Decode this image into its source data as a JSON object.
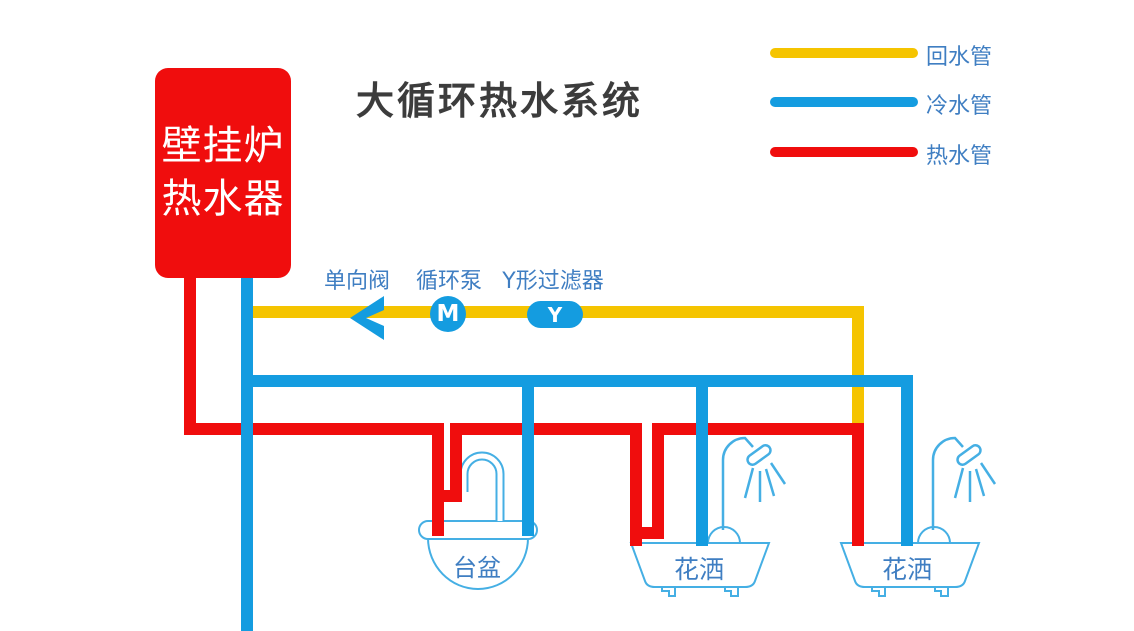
{
  "title": "大循环热水系统",
  "boiler": {
    "line1": "壁挂炉",
    "line2": "热水器"
  },
  "legend": {
    "items": [
      {
        "id": "return-pipe",
        "label": "回水管"
      },
      {
        "id": "cold-pipe",
        "label": "冷水管"
      },
      {
        "id": "hot-pipe",
        "label": "热水管"
      }
    ]
  },
  "components": {
    "items": [
      {
        "id": "check-valve",
        "label": "单向阀",
        "symbol": ""
      },
      {
        "id": "circulation-pump",
        "label": "循环泵",
        "symbol": "M"
      },
      {
        "id": "y-filter",
        "label": "Y形过滤器",
        "symbol": "Y"
      }
    ]
  },
  "fixtures": {
    "basin": {
      "label": "台盆"
    },
    "shower1": {
      "label": "花洒"
    },
    "shower2": {
      "label": "花洒"
    }
  },
  "colors": {
    "pipe_hot": "#F00D0D",
    "pipe_cold": "#149CE0",
    "pipe_return": "#F5C400",
    "fixture_outline": "#45AFE4",
    "label_text": "#3F7EC2",
    "title_text": "#3C3C3C",
    "boiler_fill": "#F00D0D",
    "component_fill": "#149CE0"
  }
}
